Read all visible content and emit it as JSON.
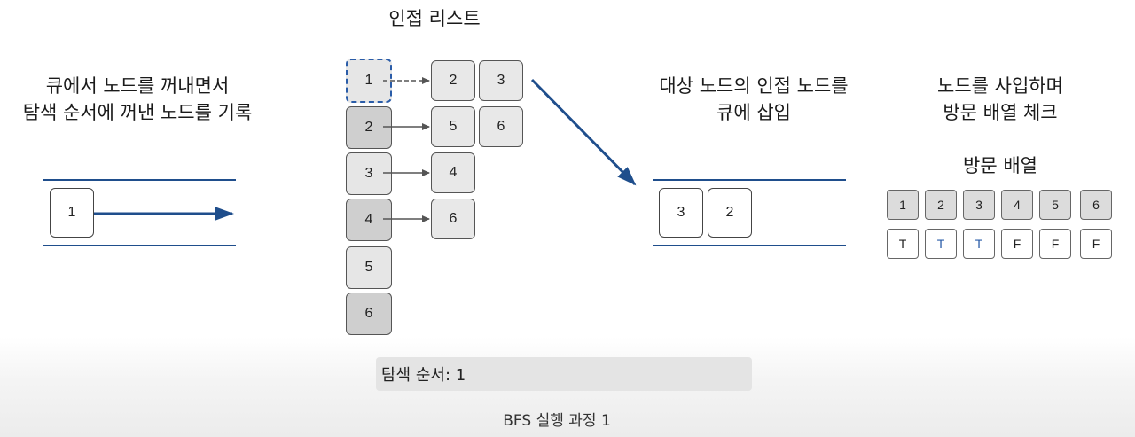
{
  "adjacency_title": "인접 리스트",
  "left_heading": [
    "큐에서 노드를 꺼내면서",
    "탐색 순서에 꺼낸 노드를 기록"
  ],
  "middle_heading": [
    "대상 노드의 인접 노드를",
    "큐에 삽입"
  ],
  "right_heading": [
    "노드를 사입하며",
    "방문 배열 체크"
  ],
  "visit_title": "방문 배열",
  "dequeued_node": "1",
  "adjacency": [
    {
      "node": "1",
      "neighbors": [
        "2",
        "3"
      ]
    },
    {
      "node": "2",
      "neighbors": [
        "5",
        "6"
      ]
    },
    {
      "node": "3",
      "neighbors": [
        "4"
      ]
    },
    {
      "node": "4",
      "neighbors": [
        "6"
      ]
    },
    {
      "node": "5",
      "neighbors": []
    },
    {
      "node": "6",
      "neighbors": []
    }
  ],
  "queue": [
    "3",
    "2"
  ],
  "visit_array": {
    "nodes": [
      "1",
      "2",
      "3",
      "4",
      "5",
      "6"
    ],
    "values": [
      "T",
      "T",
      "T",
      "F",
      "F",
      "F"
    ]
  },
  "search_order": "탐색 순서: 1",
  "caption": "BFS 실행 과정 1",
  "colors": {
    "arrow_blue": "#1f4e8c",
    "visited_text_blue": "#2a5ca8"
  }
}
